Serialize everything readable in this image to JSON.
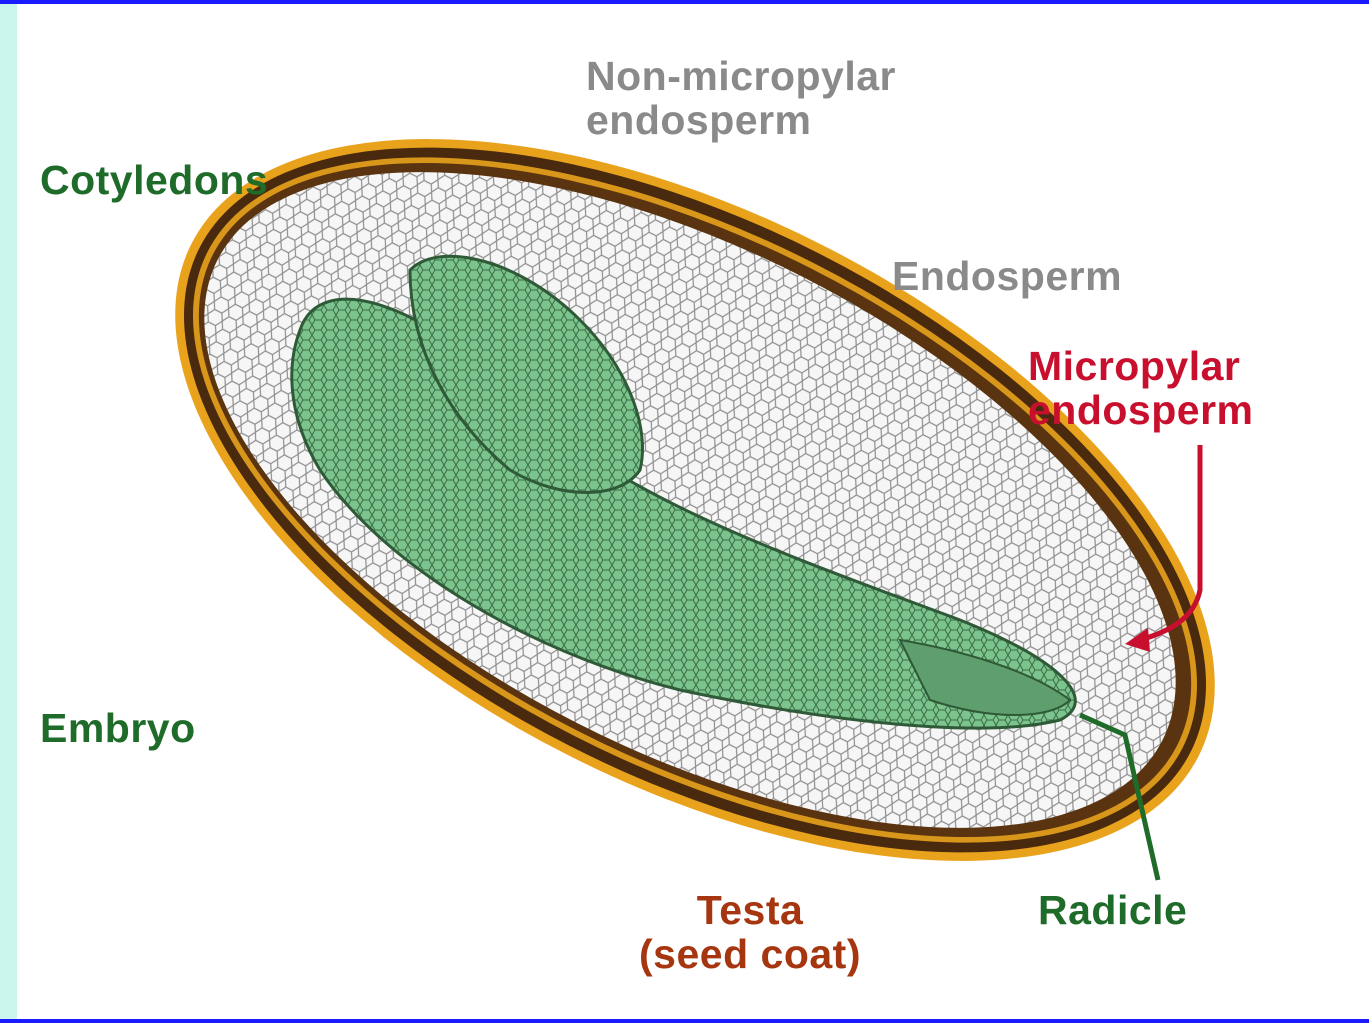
{
  "labels": {
    "non_micropylar": "Non-micropylar\nendosperm",
    "cotyledons": "Cotyledons",
    "endosperm": "Endosperm",
    "micropylar": "Micropylar\nendosperm",
    "embryo": "Embryo",
    "testa": "Testa\n(seed coat)",
    "radicle": "Radicle"
  },
  "colors": {
    "background_stripe": "#c9f5ec",
    "border": "#1a1aff",
    "label_grey": "#8a8a8a",
    "label_green": "#1e6b2a",
    "label_red": "#c8102e",
    "label_brown": "#a5360f",
    "testa_dark": "#4a2a0e",
    "testa_gold": "#e8a21c",
    "embryo_green": "#7cc48e",
    "endosperm_white": "#f4f4f4"
  }
}
